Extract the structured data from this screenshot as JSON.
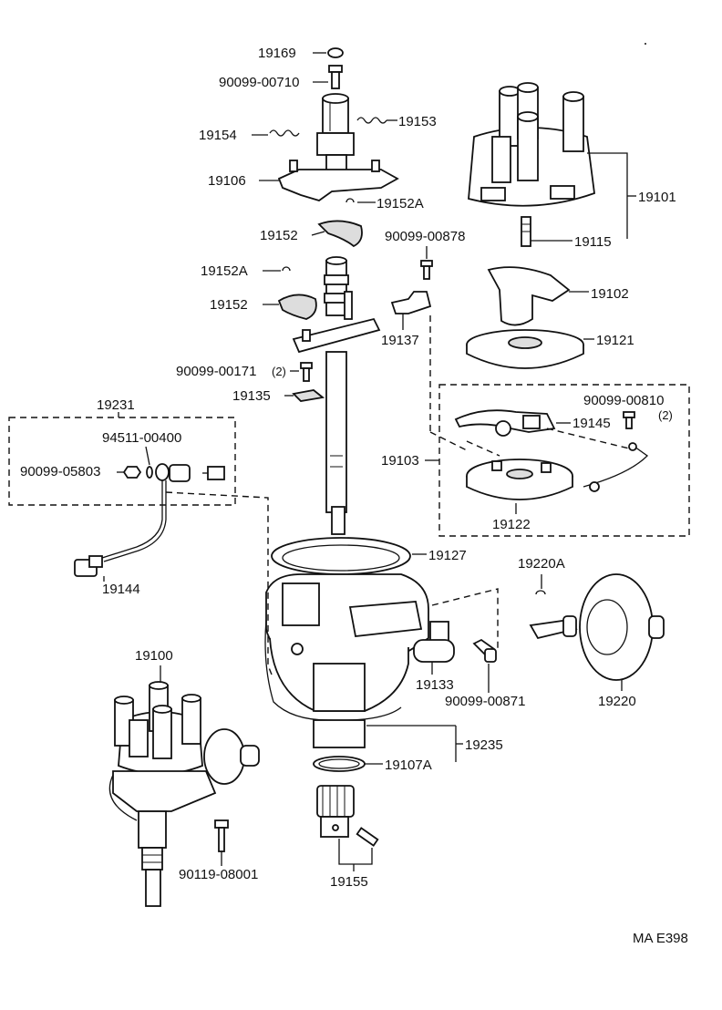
{
  "labels": {
    "p19169": "19169",
    "p90099_00710": "90099-00710",
    "p19154": "19154",
    "p19153": "19153",
    "p19106": "19106",
    "p19152A_top": "19152A",
    "p19152_top": "19152",
    "p19152A_mid": "19152A",
    "p19152_mid": "19152",
    "p90099_00171": "90099-00171",
    "p90099_00171_qty": "(2)",
    "p19135": "19135",
    "p19231": "19231",
    "p94511_00400": "94511-00400",
    "p90099_05803": "90099-05803",
    "p19144": "19144",
    "p19101": "19101",
    "p19115": "19115",
    "p90099_00878": "90099-00878",
    "p19102": "19102",
    "p19137": "19137",
    "p19121": "19121",
    "p90099_00810": "90099-00810",
    "p90099_00810_qty": "(2)",
    "p19145": "19145",
    "p19103": "19103",
    "p19122": "19122",
    "p19127": "19127",
    "p19220A": "19220A",
    "p19133": "19133",
    "p90099_00871": "90099-00871",
    "p19220": "19220",
    "p19100": "19100",
    "p19235": "19235",
    "p19107A": "19107A",
    "p90119_08001": "90119-08001",
    "p19155": "19155",
    "footer_code": "MA E398"
  }
}
